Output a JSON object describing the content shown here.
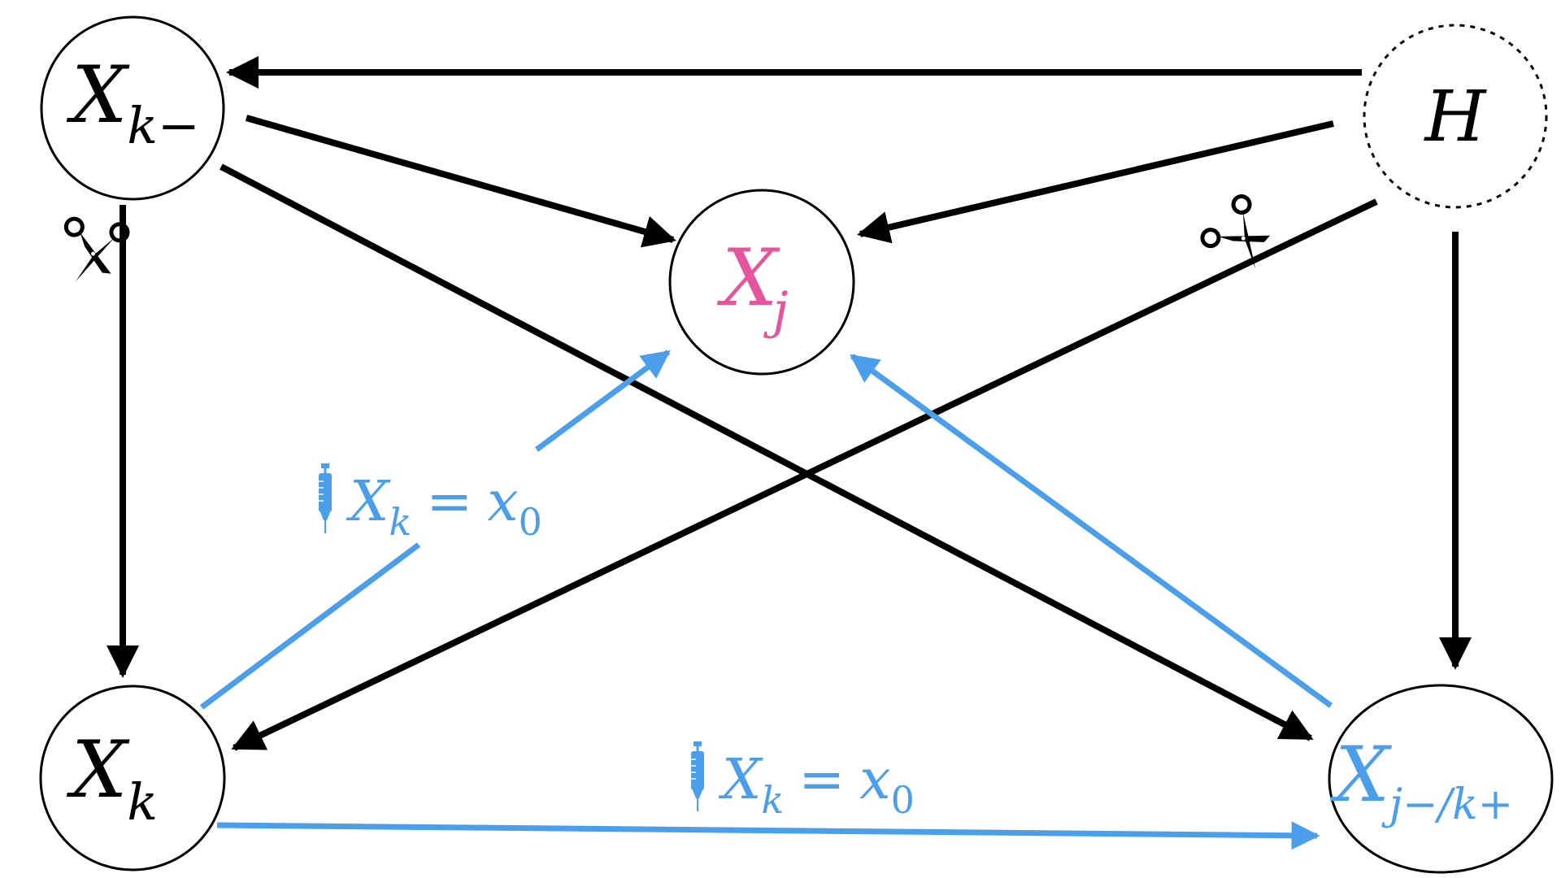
{
  "colors": {
    "black": "#000000",
    "blue": "#4a9eea",
    "pink": "#e4559b",
    "background": "#ffffff"
  },
  "nodes": {
    "xk_minus": {
      "base": "X",
      "sub": "k−",
      "color": "#000000",
      "border": "solid"
    },
    "h": {
      "base": "H",
      "sub": "",
      "color": "#000000",
      "border": "dashed"
    },
    "xj": {
      "base": "X",
      "sub": "j",
      "color": "#e4559b",
      "border": "solid"
    },
    "xk": {
      "base": "X",
      "sub": "k",
      "color": "#000000",
      "border": "solid"
    },
    "xj_minus_k_plus": {
      "base": "X",
      "sub": "j−/k+",
      "color": "#4a9eea",
      "border": "solid"
    }
  },
  "interventions": [
    {
      "var": "X",
      "var_sub": "k",
      "equals": "=",
      "value": "x",
      "value_sub": "0",
      "icon": "syringe-icon"
    },
    {
      "var": "X",
      "var_sub": "k",
      "equals": "=",
      "value": "x",
      "value_sub": "0",
      "icon": "syringe-icon"
    }
  ],
  "cuts": [
    {
      "icon": "scissors-icon",
      "edge": "Xk− → Xk"
    },
    {
      "icon": "scissors-icon",
      "edge": "H → Xk"
    }
  ]
}
